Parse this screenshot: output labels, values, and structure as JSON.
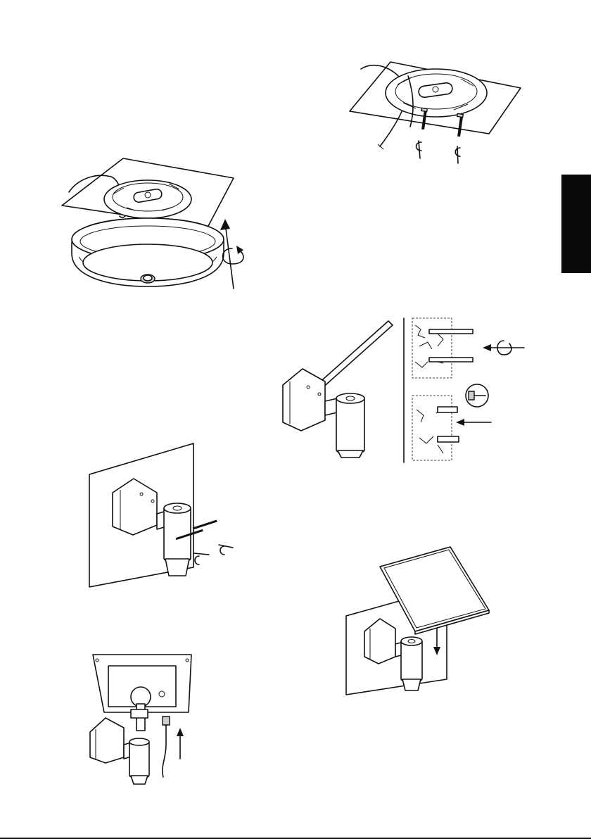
{
  "page": {
    "description_none": true,
    "accent_color": "#111111",
    "tab_color": "#0a0a0a",
    "figures": [
      {
        "name": "lamp-mount-figure"
      },
      {
        "name": "ceiling-base-screw-figure"
      },
      {
        "name": "drill-bracket-figure"
      },
      {
        "name": "bracket-screw-wall-figure"
      },
      {
        "name": "panel-slide-figure"
      },
      {
        "name": "panel-connect-figure"
      }
    ]
  }
}
